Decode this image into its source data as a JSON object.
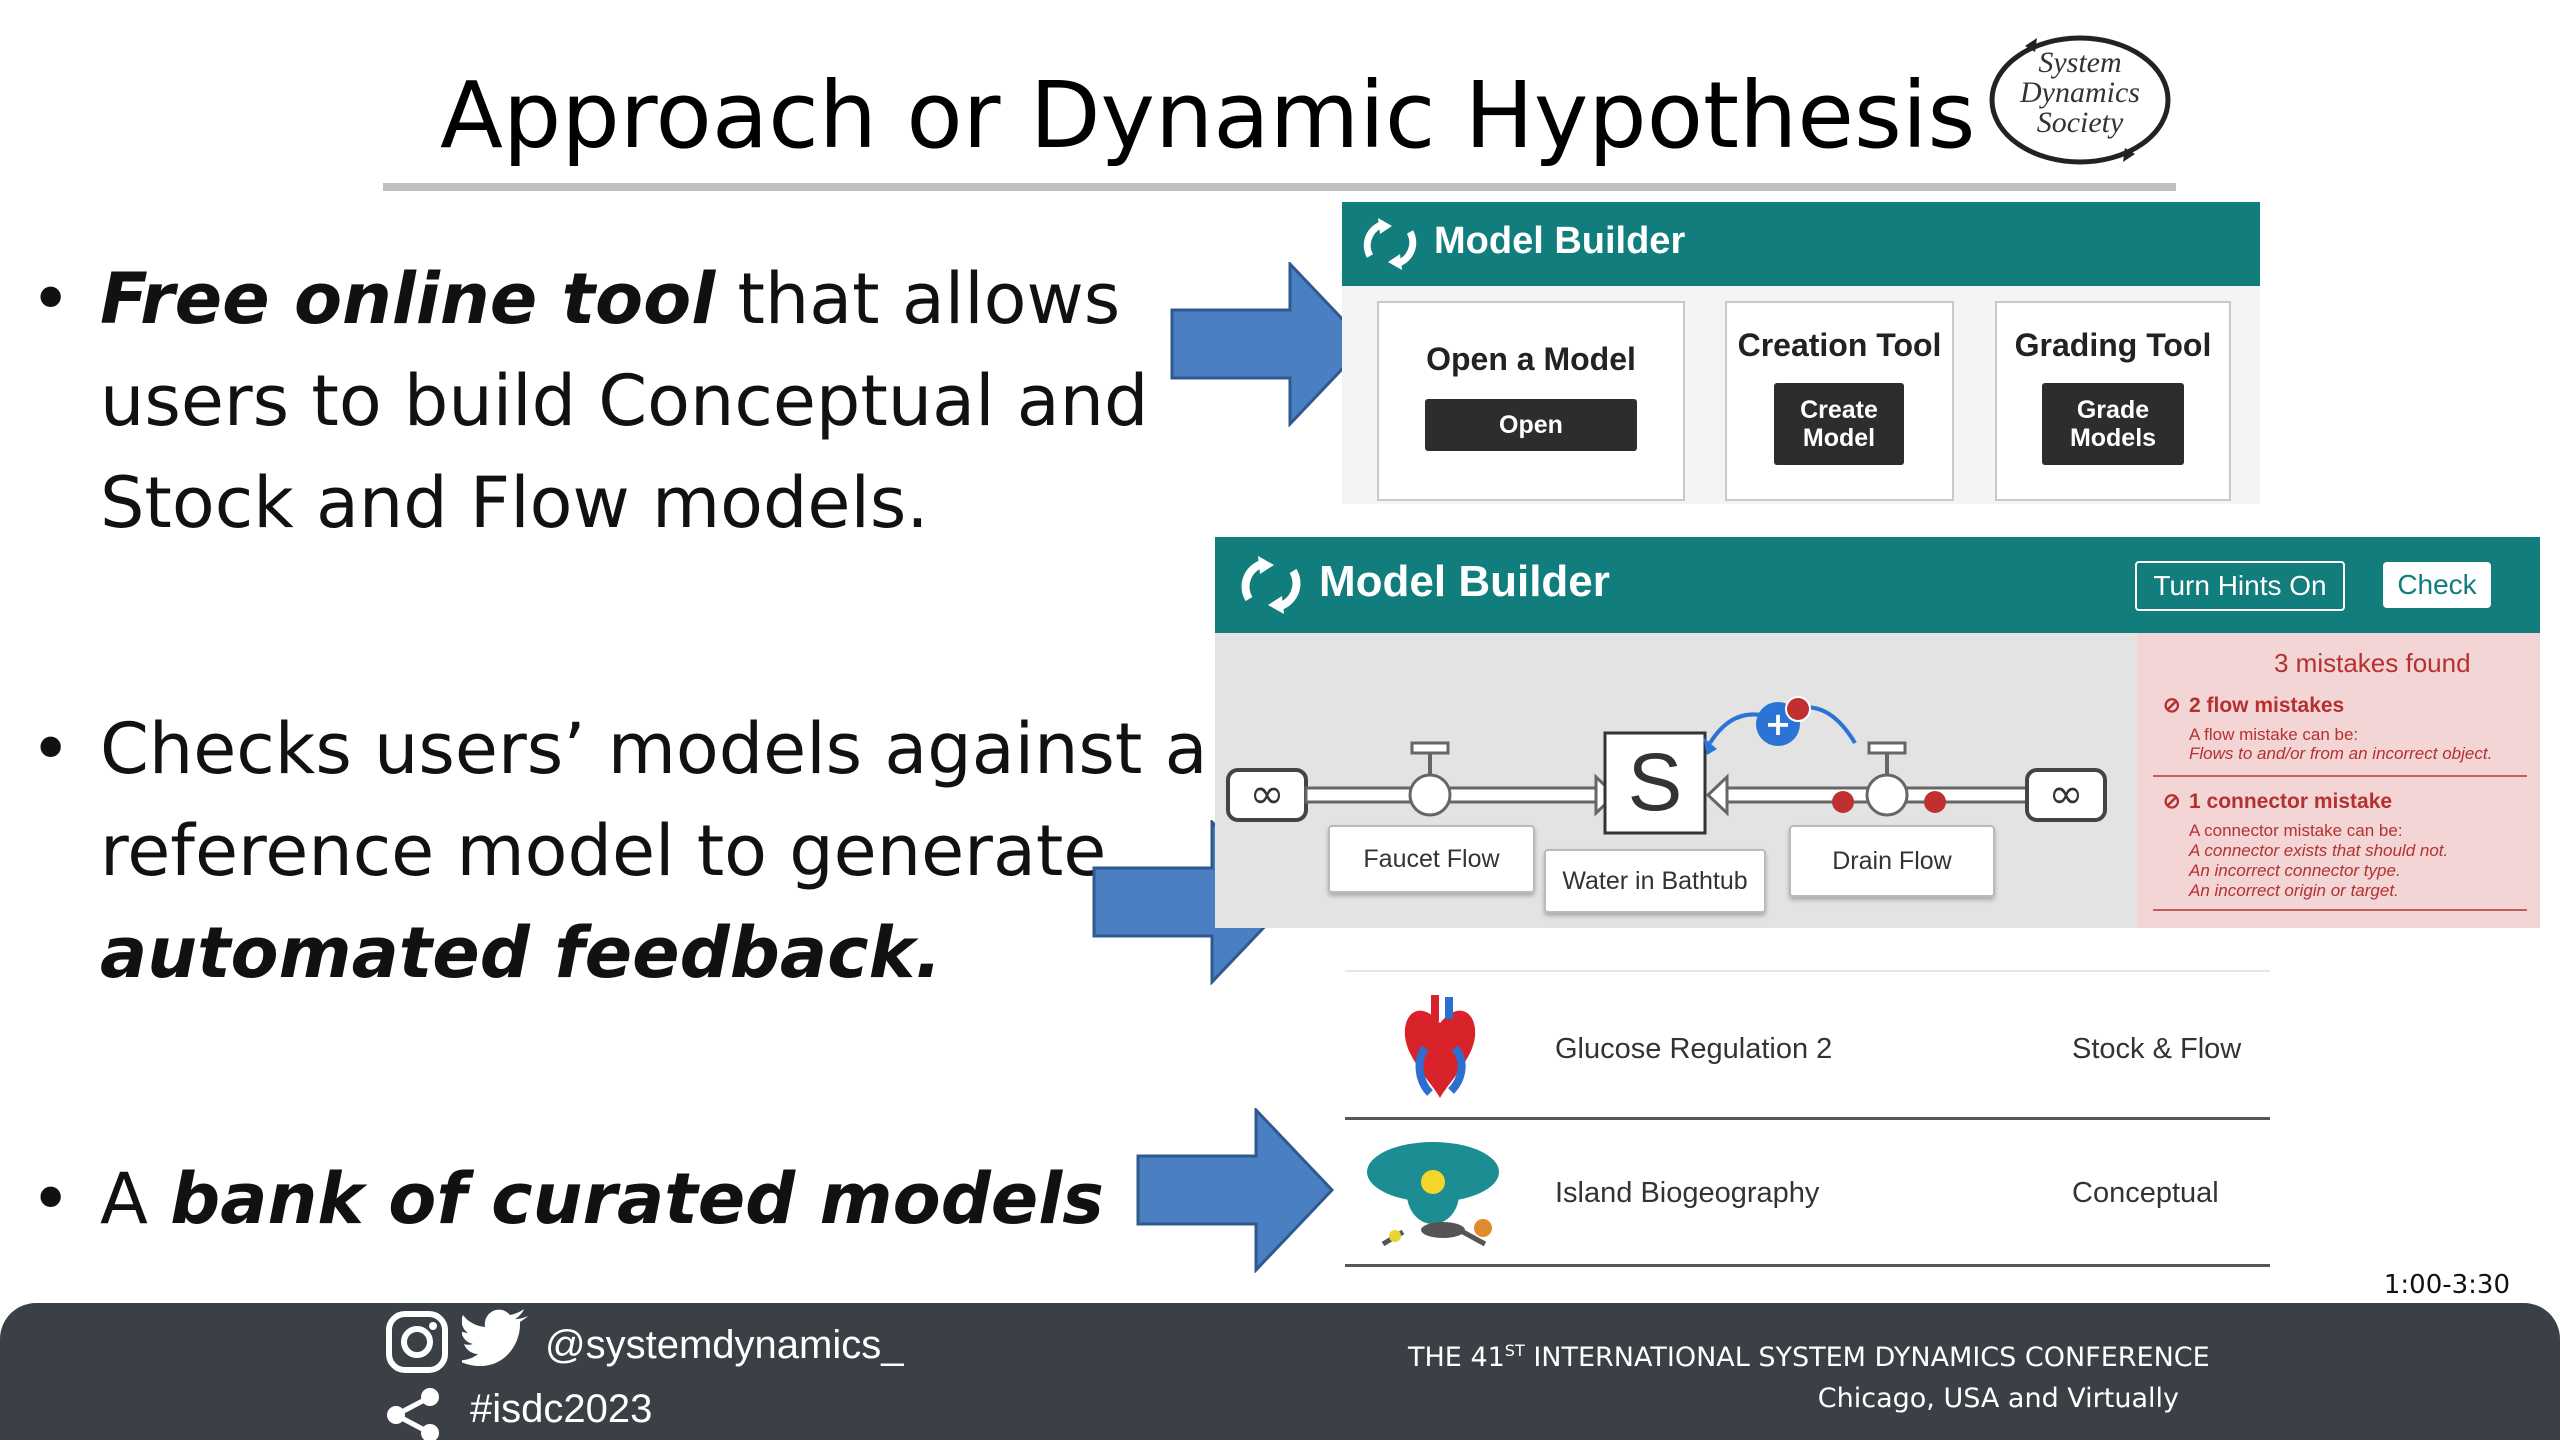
{
  "slide": {
    "title": "Approach or Dynamic Hypothesis",
    "logo": {
      "line1": "System",
      "line2": "Dynamics",
      "line3": "Society"
    },
    "bullets": [
      {
        "em": "Free online tool",
        "rest1": " that allows",
        "line2": "users to build Conceptual and",
        "line3": "Stock and Flow models."
      },
      {
        "line1": "Checks users’ models against a",
        "line2": "reference model to generate",
        "em": "automated feedback."
      },
      {
        "pre": "A ",
        "em": "bank of curated models"
      }
    ],
    "time_note": "1:00-3:30"
  },
  "panel1": {
    "app_title": "Model Builder",
    "cards": [
      {
        "title": "Open a Model",
        "button": "Open"
      },
      {
        "title": "Creation Tool",
        "button_l1": "Create",
        "button_l2": "Model"
      },
      {
        "title": "Grading Tool",
        "button_l1": "Grade",
        "button_l2": "Models"
      }
    ]
  },
  "panel2": {
    "app_title": "Model Builder",
    "hints_button": "Turn Hints On",
    "check_button": "Check",
    "diagram": {
      "stock_symbol": "S",
      "stock_label": "Water in Bathtub",
      "inflow_label": "Faucet Flow",
      "outflow_label": "Drain Flow"
    },
    "errors": {
      "summary": "3 mistakes found",
      "flow_heading": "2 flow mistakes",
      "flow_intro": "A flow mistake can be:",
      "flow_items": [
        "Flows to and/or from an incorrect object."
      ],
      "connector_heading": "1 connector mistake",
      "connector_intro": "A connector mistake can be:",
      "connector_items": [
        "A connector exists that should not.",
        "An incorrect connector type.",
        "An incorrect origin or target."
      ]
    }
  },
  "models": [
    {
      "name": "Glucose Regulation 2",
      "type": "Stock & Flow",
      "icon": "heart-icon"
    },
    {
      "name": "Island Biogeography",
      "type": "Conceptual",
      "icon": "bird-icon"
    }
  ],
  "footer": {
    "handle": "@systemdynamics_",
    "hashtag": "#isdc2023",
    "conf_pre": "THE 41",
    "conf_sup": "ST",
    "conf_post": " INTERNATIONAL SYSTEM DYNAMICS CONFERENCE",
    "location": "Chicago, USA and Virtually"
  },
  "colors": {
    "teal": "#127d7d",
    "arrow": "#4a7fc1",
    "footer": "#3b4046",
    "error": "#b53030"
  }
}
